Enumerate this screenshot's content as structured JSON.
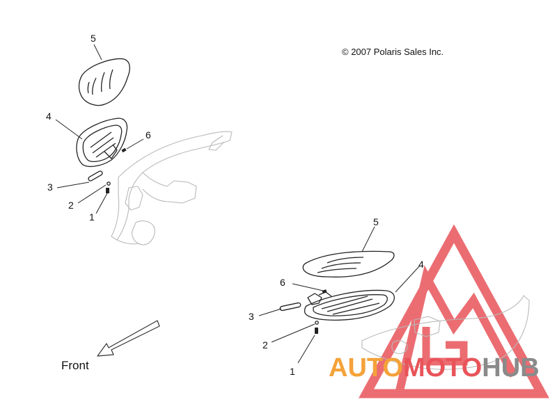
{
  "copyright": "© 2007 Polaris Sales Inc.",
  "front_label": "Front",
  "watermark": {
    "part1": "AUTO",
    "part2": "MOTO",
    "part3": "HUB",
    "color_orange": "#f4a23a",
    "color_red": "#e8545a",
    "color_gray": "#8a8a8a"
  },
  "callouts_left": {
    "c5": "5",
    "c4": "4",
    "c6": "6",
    "c3": "3",
    "c2": "2",
    "c1": "1"
  },
  "callouts_right": {
    "c5": "5",
    "c4": "4",
    "c6": "6",
    "c3": "3",
    "c2": "2",
    "c1": "1"
  }
}
